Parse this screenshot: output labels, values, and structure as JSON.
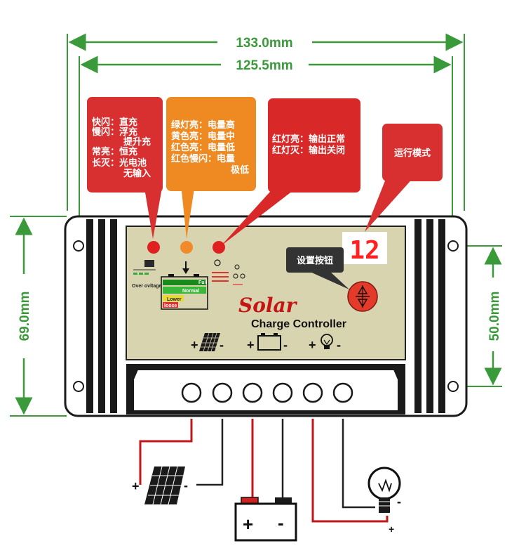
{
  "dimensions": {
    "outer_width": "133.0mm",
    "inner_width": "125.5mm",
    "height": "69.0mm",
    "hole_spacing": "50.0mm"
  },
  "callouts": {
    "solar_led": {
      "lines": [
        "快闪：直充",
        "慢闪：浮充",
        "提升充",
        "常亮：恒充",
        "长灭：光电池",
        "无输入"
      ],
      "color": "#d83030"
    },
    "battery_led": {
      "lines": [
        "绿灯亮：电量高",
        "黄色亮：电量中",
        "红色亮：电量低",
        "红色慢闪：电量",
        "极低"
      ],
      "color": "#ef8a22"
    },
    "load_led": {
      "lines": [
        "红灯亮：输出正常",
        "红灯灭：输出关闭"
      ],
      "color": "#d82828"
    },
    "run_mode": {
      "label": "运行模式",
      "color": "#d83030"
    },
    "set_button": {
      "label": "设置按钮",
      "color": "#333333"
    }
  },
  "panel": {
    "brand": "Solar",
    "subtitle": "Charge Controller",
    "display_value": "12",
    "indicator_labels": {
      "over_voltage": "Over ovltage",
      "full": "Full",
      "normal": "Normal",
      "lower": "Lower",
      "loose": "loose"
    },
    "terminal_signs": {
      "plus": "+",
      "minus": "-"
    }
  },
  "colors": {
    "dimension_green": "#3a9a3a",
    "panel_bg": "#d8d4b0",
    "wire_red": "#c01818",
    "wire_black": "#222222"
  }
}
